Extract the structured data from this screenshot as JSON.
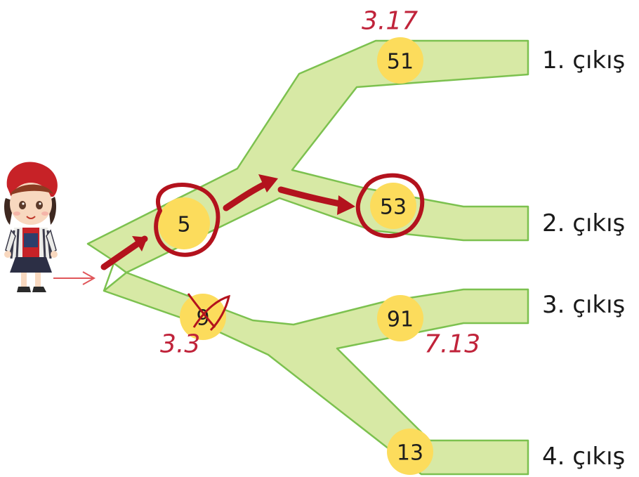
{
  "colors": {
    "path_fill": "#d7e9a5",
    "path_stroke": "#7cc14f",
    "node_fill": "#fcdc5c",
    "annotation": "#b3121d",
    "arrow_thin": "#e0565a"
  },
  "nodes": [
    {
      "id": "first",
      "label": "5"
    },
    {
      "id": "lower",
      "label": "9"
    },
    {
      "id": "exit1",
      "label": "51"
    },
    {
      "id": "exit2",
      "label": "53"
    },
    {
      "id": "exit3",
      "label": "91"
    },
    {
      "id": "exit4",
      "label": "13"
    }
  ],
  "exits": [
    {
      "label": "1. çıkış"
    },
    {
      "label": "2. çıkış"
    },
    {
      "label": "3. çıkış"
    },
    {
      "label": "4. çıkış"
    }
  ],
  "handwritten": {
    "top": "3.17",
    "lower": "3.3",
    "right": "7.13"
  },
  "icons": {
    "character": "girl-with-red-hat",
    "entry_arrow": "arrow-right"
  }
}
